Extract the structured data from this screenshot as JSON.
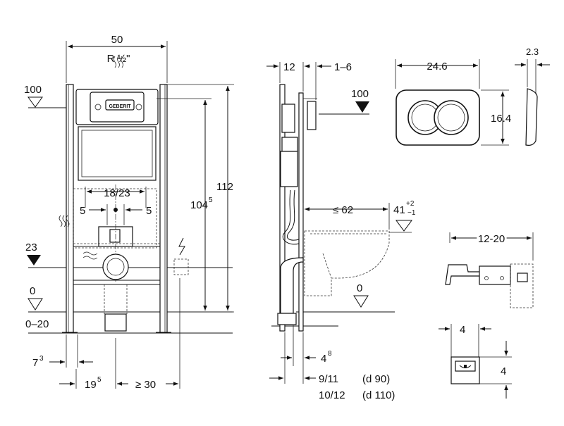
{
  "front_view": {
    "width_dim": "50",
    "pipe_label": "R ½\"",
    "level_100": "100",
    "level_23": "23",
    "level_0": "0",
    "floor_range": "0–20",
    "dim_112": "112",
    "dim_104_main": "104",
    "dim_104_sup": "5",
    "dim_18_23": "18/23",
    "dim_5_left": "5",
    "dim_5_right": "5",
    "dim_7_main": "7",
    "dim_7_sup": "3",
    "dim_19_main": "19",
    "dim_19_sup": "5",
    "dim_30": "≥ 30",
    "brand_badge": "GEBERIT"
  },
  "side_view": {
    "dim_12": "12",
    "dim_1_6": "1–6",
    "level_100": "100",
    "dim_62": "≤ 62",
    "dim_41_main": "41",
    "dim_41_sup": "+2",
    "dim_41_sub": "−1",
    "level_0": "0",
    "dim_4_main": "4",
    "dim_4_sup": "8",
    "dim_9_11": "9/11",
    "d90": "(d 90)",
    "dim_10_12": "10/12",
    "d110": "(d 110)"
  },
  "flush_plate": {
    "width": "24.6",
    "height": "16.4",
    "depth": "2.3"
  },
  "bracket": {
    "range": "12-20"
  },
  "clip": {
    "width": "4",
    "height": "4"
  },
  "colors": {
    "line": "#111111",
    "background": "#ffffff"
  }
}
